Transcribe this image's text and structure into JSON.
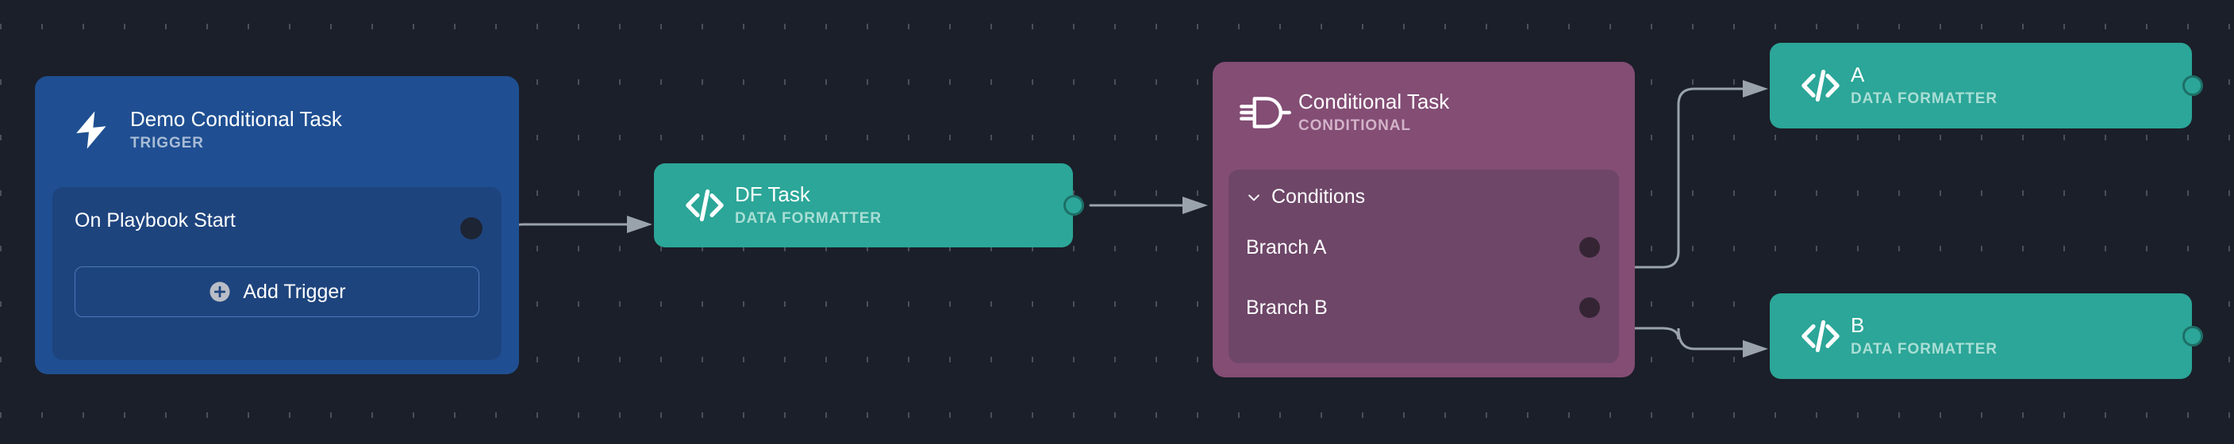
{
  "canvas": {
    "background_color": "#1b1f29",
    "grid_dot_color": "#4a4f5a"
  },
  "nodes": [
    {
      "id": "trigger",
      "title": "Demo Conditional Task",
      "subtitle": "TRIGGER",
      "icon": "lightning-bolt-icon",
      "color": "#1f4f92",
      "body_color": "#1e447e",
      "row_label": "On Playbook Start",
      "add_button_label": "Add Trigger",
      "add_button_icon": "plus-circle-icon"
    },
    {
      "id": "df",
      "title": "DF Task",
      "subtitle": "DATA FORMATTER",
      "icon": "code-brackets-icon",
      "color": "#2ba698"
    },
    {
      "id": "conditional",
      "title": "Conditional Task",
      "subtitle": "CONDITIONAL",
      "icon": "logic-gate-icon",
      "color": "#834d74",
      "body_color": "#6e4668",
      "section_title": "Conditions",
      "section_toggle_icon": "chevron-down-icon",
      "branches": [
        {
          "label": "Branch A"
        },
        {
          "label": "Branch B"
        }
      ]
    },
    {
      "id": "a",
      "title": "A",
      "subtitle": "DATA FORMATTER",
      "icon": "code-brackets-icon",
      "color": "#2ba698"
    },
    {
      "id": "b",
      "title": "B",
      "subtitle": "DATA FORMATTER",
      "icon": "code-brackets-icon",
      "color": "#2ba698"
    }
  ],
  "edges": [
    {
      "from": "trigger",
      "to": "df"
    },
    {
      "from": "df",
      "to": "conditional"
    },
    {
      "from": "conditional.branch-a",
      "to": "a"
    },
    {
      "from": "conditional.branch-b",
      "to": "b"
    }
  ],
  "edge_color": "#9aa2ac"
}
